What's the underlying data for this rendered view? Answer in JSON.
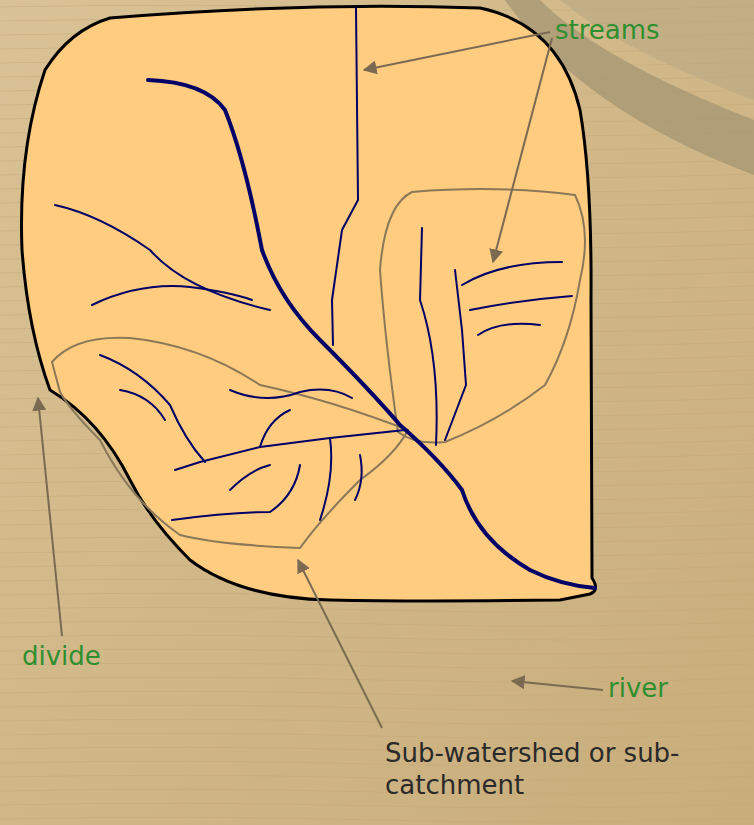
{
  "diagram": {
    "labels": [
      "streams",
      "river",
      "divide",
      "Sub-watershed or sub-catchment"
    ]
  }
}
